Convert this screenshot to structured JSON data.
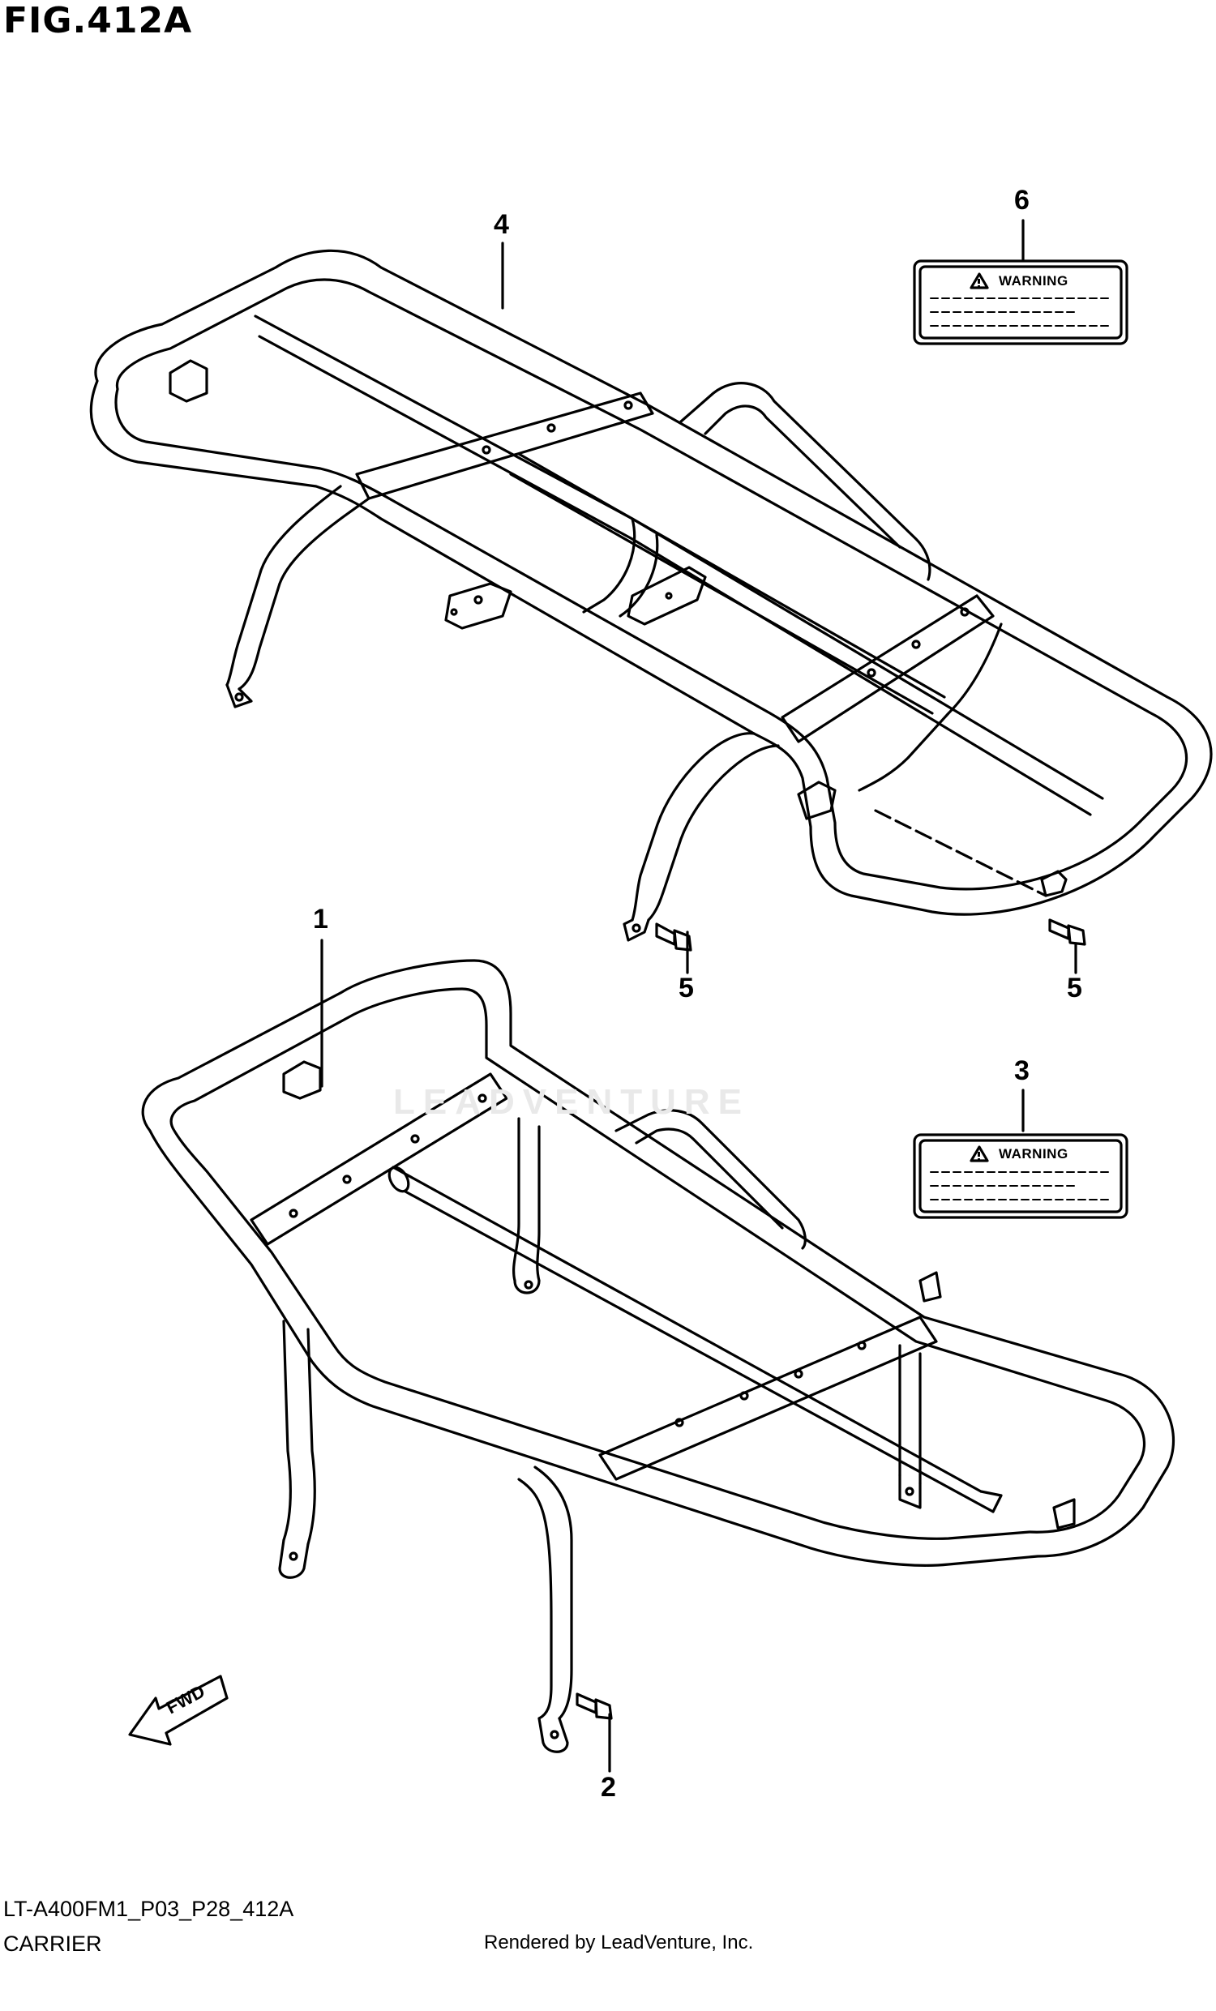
{
  "figure": {
    "title": "FIG.412A"
  },
  "callouts": {
    "part_1": "1",
    "part_2": "2",
    "part_3": "3",
    "part_4": "4",
    "part_5_left": "5",
    "part_5_right": "5",
    "part_6": "6"
  },
  "warning_labels": {
    "label_6": "WARNING",
    "label_3": "WARNING"
  },
  "direction_arrow": {
    "text": "FWD"
  },
  "watermark": {
    "text": "LEADVENTURE"
  },
  "footer": {
    "model_code": "LT-A400FM1_P03_P28_412A",
    "section_name": "CARRIER",
    "credit": "Rendered by LeadVenture, Inc."
  }
}
